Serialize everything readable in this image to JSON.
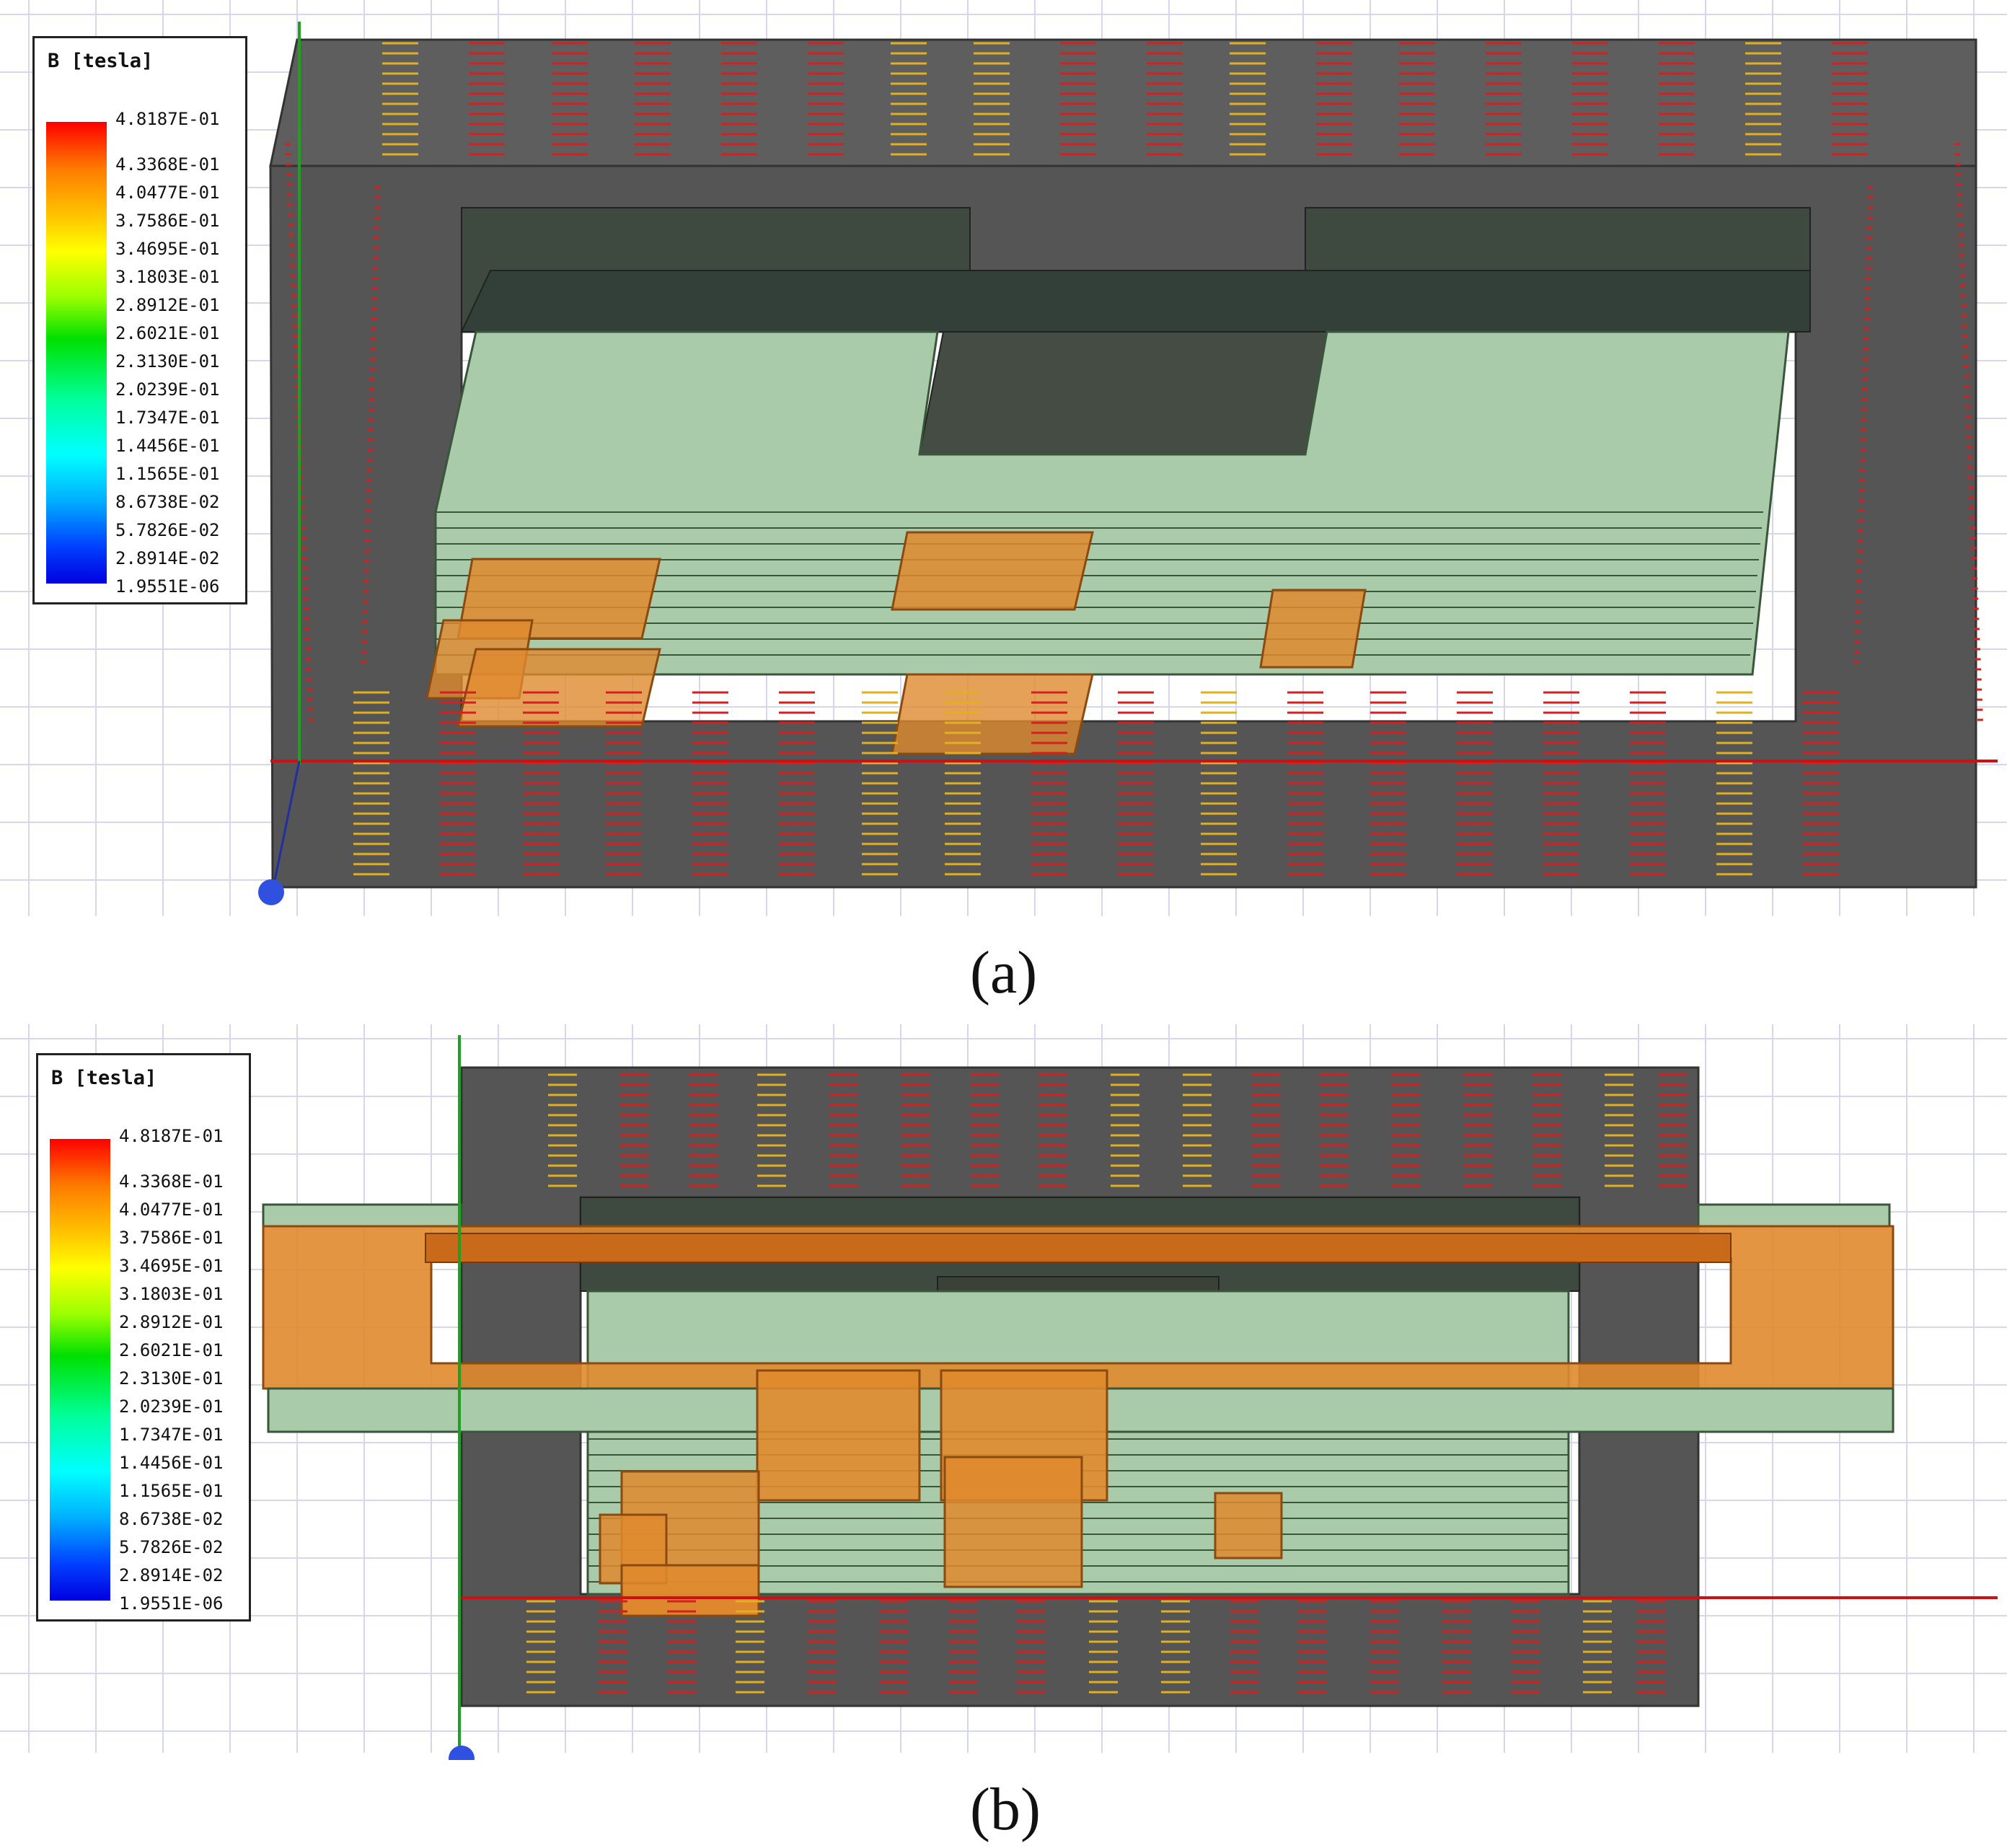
{
  "figure": {
    "panel_a": {
      "caption": "(a)",
      "legend": {
        "title": "B [tesla]",
        "ticks": [
          "4.8187E-01",
          "4.3368E-01",
          "4.0477E-01",
          "3.7586E-01",
          "3.4695E-01",
          "3.1803E-01",
          "2.8912E-01",
          "2.6021E-01",
          "2.3130E-01",
          "2.0239E-01",
          "1.7347E-01",
          "1.4456E-01",
          "1.1565E-01",
          "8.6738E-02",
          "5.7826E-02",
          "2.8914E-02",
          "1.9551E-06"
        ]
      }
    },
    "panel_b": {
      "caption": "(b)",
      "legend": {
        "title": "B [tesla]",
        "ticks": [
          "4.8187E-01",
          "4.3368E-01",
          "4.0477E-01",
          "3.7586E-01",
          "3.4695E-01",
          "3.1803E-01",
          "2.8912E-01",
          "2.6021E-01",
          "2.3130E-01",
          "2.0239E-01",
          "1.7347E-01",
          "1.4456E-01",
          "1.1565E-01",
          "8.6738E-02",
          "5.7826E-02",
          "2.8914E-02",
          "1.9551E-06"
        ]
      }
    }
  },
  "colors": {
    "core": "#5a5a5a",
    "board": "#a9cba9",
    "copper": "#e08a2e",
    "arrow_high": "#d42020",
    "arrow_mid": "#e0b020",
    "axis_x": "#d01010",
    "axis_y": "#20a020"
  }
}
